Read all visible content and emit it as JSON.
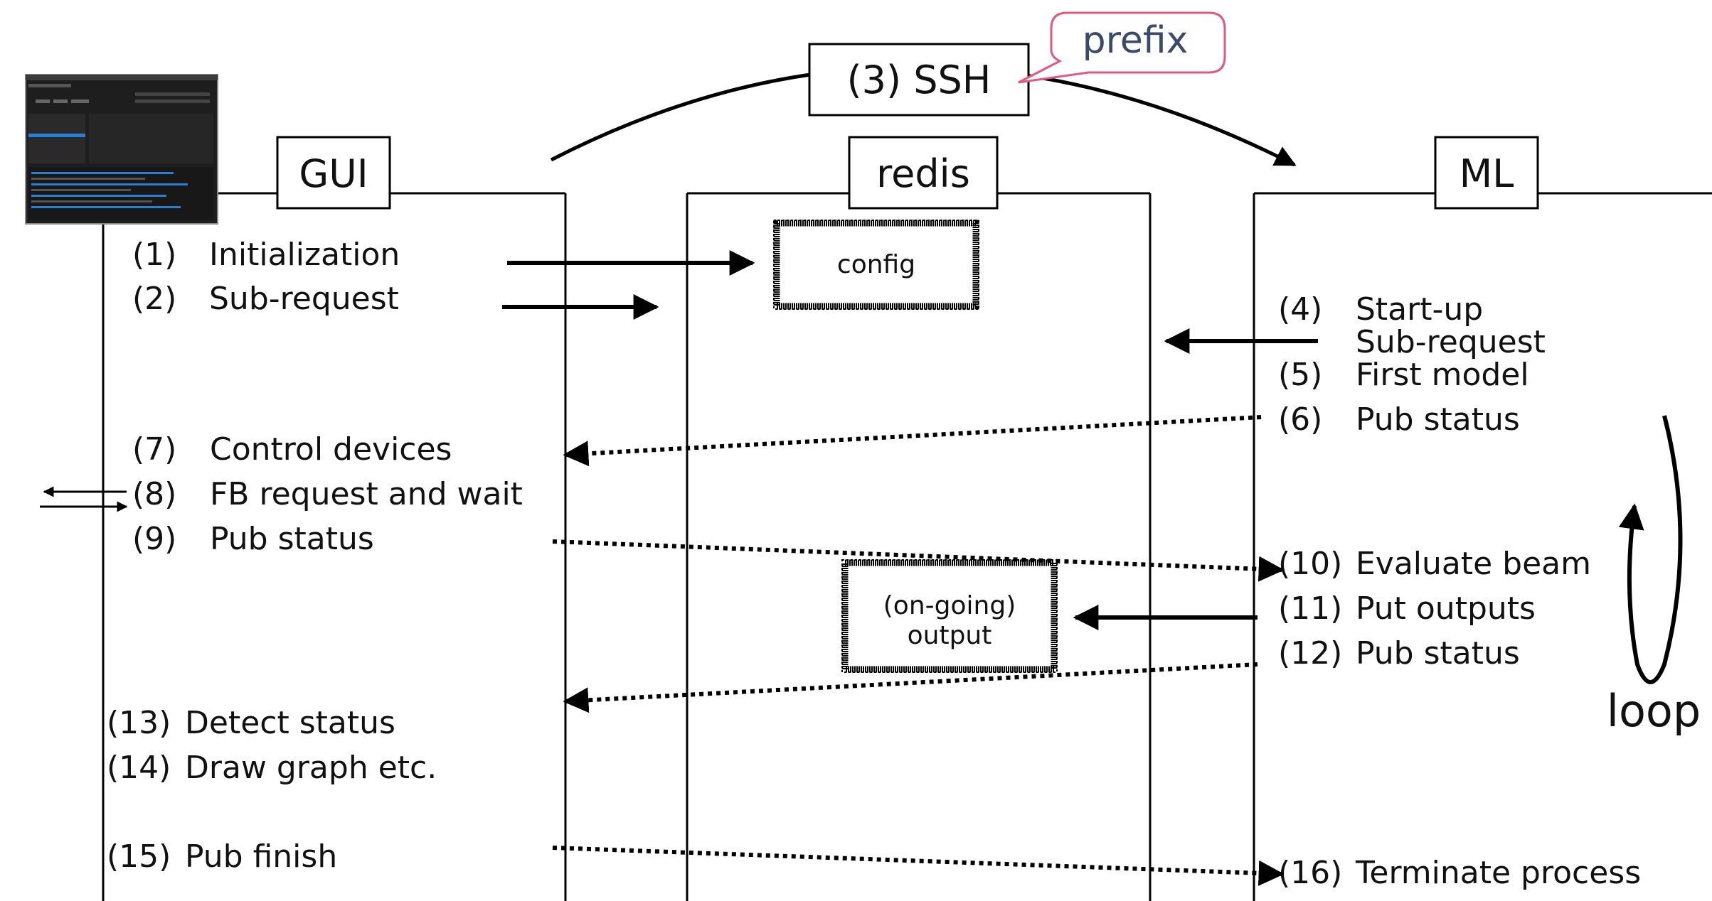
{
  "headers": {
    "gui": "GUI",
    "redis": "redis",
    "ml": "ML",
    "ssh": "(3) SSH",
    "prefix": "prefix"
  },
  "redis_boxes": {
    "config": "config",
    "output_line1": "(on-going)",
    "output_line2": "output"
  },
  "gui_steps": [
    {
      "num": "(1)",
      "text": "Initialization"
    },
    {
      "num": "(2)",
      "text": "Sub-request"
    },
    {
      "num": "(7)",
      "text": "Control devices"
    },
    {
      "num": "(8)",
      "text": "FB request and wait"
    },
    {
      "num": "(9)",
      "text": "Pub status"
    },
    {
      "num": "(13)",
      "text": "Detect status"
    },
    {
      "num": "(14)",
      "text": "Draw graph etc."
    },
    {
      "num": "(15)",
      "text": "Pub finish"
    }
  ],
  "ml_steps": [
    {
      "num": "(4)",
      "text": "Start-up"
    },
    {
      "num": "",
      "text": "Sub-request"
    },
    {
      "num": "(5)",
      "text": "First model"
    },
    {
      "num": "(6)",
      "text": "Pub status"
    },
    {
      "num": "(10)",
      "text": "Evaluate beam"
    },
    {
      "num": "(11)",
      "text": "Put outputs"
    },
    {
      "num": "(12)",
      "text": "Pub status"
    },
    {
      "num": "(16)",
      "text": "Terminate process"
    }
  ],
  "loop_label": "loop",
  "colors": {
    "prefix_callout": "#e05a80",
    "prefix_text": "#3a4a6a",
    "screenshot_bg": "#1e1e1e",
    "screenshot_highlight": "#2a7fd4"
  }
}
